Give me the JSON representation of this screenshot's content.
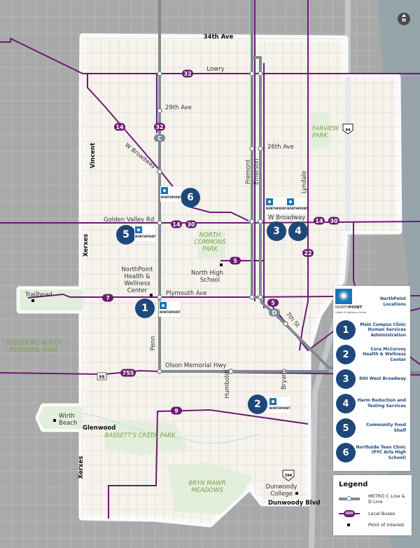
{
  "colors": {
    "outside": "#a9a9a9",
    "river": "#97a5ab",
    "area": "#f5f3ec",
    "park": "#e3efdc",
    "bus": "#6e1a74",
    "rail": "#7e8b93",
    "navy": "#1e477b"
  },
  "north_label": "N",
  "streets": {
    "ave34": "34th Ave",
    "lowry": "Lowry",
    "ave29": "29th Ave",
    "ave26": "26th Ave",
    "wbroadway_diag": "W Broadway",
    "wbroadway": "W Broadway",
    "golden_valley": "Golden Valley Rd",
    "plymouth": "Plymouth Ave",
    "olson": "Olson Memorial Hwy",
    "vincent": "Vincent",
    "xerxes1": "Xerxes",
    "xerxes2": "Xerxes",
    "fremont": "Fremont",
    "emerson": "Emerson",
    "lyndale": "Lyndale",
    "penn": "Penn",
    "humboldt": "Humboldt",
    "bryant": "Bryant",
    "st7": "7th St",
    "glenwood": "Glenwood",
    "dunwoody_blvd": "Dunwoody Blvd"
  },
  "places": {
    "northpoint": [
      "NorthPoint",
      "Health &",
      "Wellness",
      "Center"
    ],
    "north_high": [
      "North High",
      "School"
    ],
    "trailhead": "Trailhead",
    "wirth_beach": [
      "Wirth",
      "Beach"
    ],
    "dunwoody": [
      "Dunwoody",
      "College"
    ]
  },
  "parks": {
    "north_commons": [
      "NORTH",
      "COMMONS",
      "PARK"
    ],
    "farview": [
      "FARVIEW",
      "PARK"
    ],
    "wirth": [
      "THEODORE WIRTH",
      "REGIONAL PARK"
    ],
    "bassett": "BASSETT'S CREEK  PARK",
    "bryn_mawr": [
      "BRYN MAWR",
      "MEADOWS"
    ]
  },
  "routes": {
    "r32a": "32",
    "r14a": "14",
    "r32b": "32",
    "c_line": "C",
    "r14b": "14",
    "r30b": "30",
    "r5a": "5",
    "r5b": "5",
    "d_line": "D",
    "r7": "7",
    "r14c": "14",
    "r30c": "30",
    "r22": "22",
    "r755": "755",
    "r9": "9"
  },
  "highways": {
    "i94": "94",
    "h55": "55",
    "i394": "394"
  },
  "markers": [
    "1",
    "2",
    "3",
    "4",
    "5",
    "6"
  ],
  "logo_wordmark": "NORTHPOINT",
  "panel": {
    "logo_name_light": "NORTH",
    "logo_name_bold": "POINT",
    "logo_sub": "Health & Wellness Center",
    "title": "NorthPoint Locations",
    "locations": [
      {
        "num": "1",
        "name": "Main Campus Clinic Human Services Administration"
      },
      {
        "num": "2",
        "name": "Cora McCorvey Health & Wellness Center"
      },
      {
        "num": "3",
        "name": "800 West Broadway"
      },
      {
        "num": "4",
        "name": "Harm Reduction and Testing Services"
      },
      {
        "num": "5",
        "name": "Community Food Shelf"
      },
      {
        "num": "6",
        "name": "Northside Teen Clinic (PYC Arts High School)"
      }
    ]
  },
  "legend": {
    "title": "Legend",
    "rail": "METRO C Line & D Line",
    "bus": "Local Buses",
    "bus_badge": "000",
    "poi": "Point of Interest"
  }
}
